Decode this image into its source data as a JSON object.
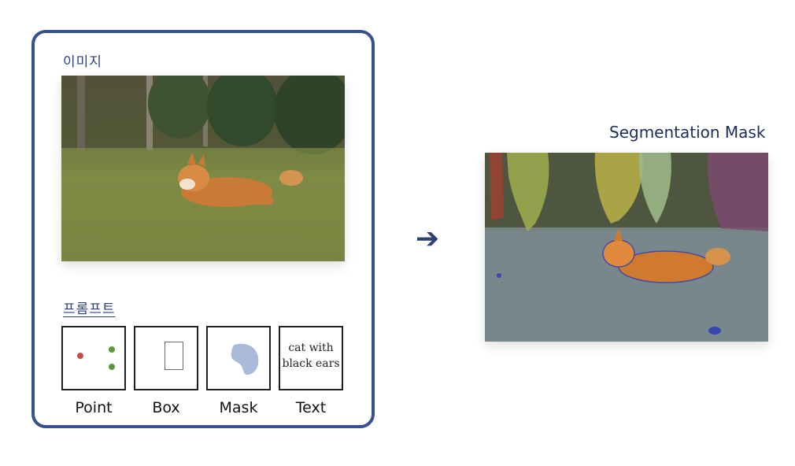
{
  "input_panel": {
    "image_label": "이미지",
    "prompt_label": "프롬프트",
    "prompts": [
      {
        "caption": "Point"
      },
      {
        "caption": "Box"
      },
      {
        "caption": "Mask"
      },
      {
        "caption": "Text",
        "text": "cat with black ears"
      }
    ]
  },
  "output": {
    "title": "Segmentation Mask"
  },
  "colors": {
    "panel_border": "#3a4f8f",
    "arrow": "#2f4076",
    "point_red": "#c0504d",
    "point_green": "#5a9a3a",
    "mask_blob": "#a9b9d9"
  }
}
